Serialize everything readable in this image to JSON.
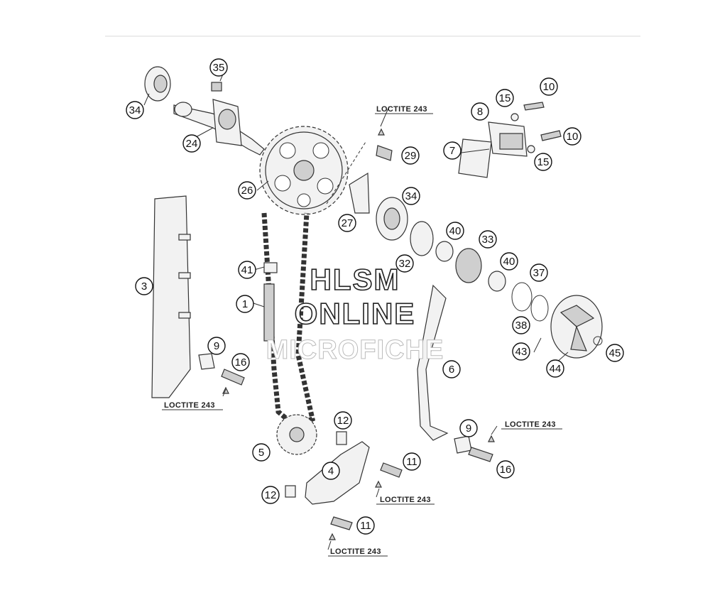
{
  "callouts": [
    "35",
    "34",
    "24",
    "26",
    "29",
    "8",
    "15",
    "10",
    "10",
    "15",
    "7",
    "27",
    "34",
    "40",
    "33",
    "32",
    "40",
    "37",
    "38",
    "43",
    "44",
    "45",
    "3",
    "41",
    "1",
    "9",
    "16",
    "6",
    "9",
    "16",
    "12",
    "5",
    "4",
    "11",
    "12",
    "11"
  ],
  "loctite_label": "LOCTITE 243",
  "watermark": {
    "line1": "HLSM",
    "line2": "ONLINE",
    "line3": "MICROFICHE"
  }
}
